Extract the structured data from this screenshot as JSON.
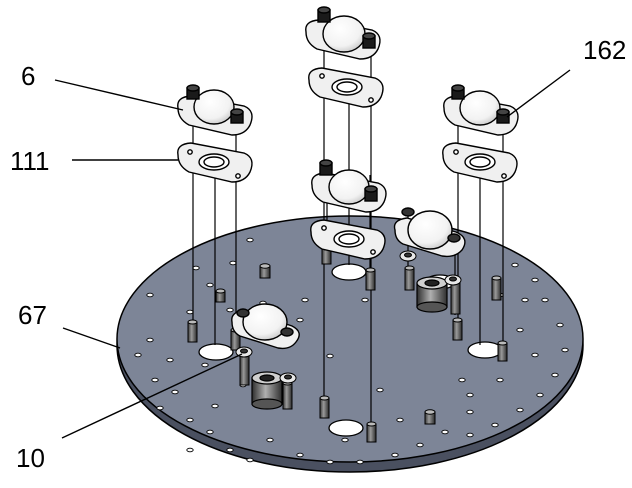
{
  "callouts": [
    {
      "id": "6",
      "text": "6"
    },
    {
      "id": "111",
      "text": "111"
    },
    {
      "id": "67",
      "text": "67"
    },
    {
      "id": "10",
      "text": "10"
    },
    {
      "id": "162",
      "text": "162"
    }
  ],
  "colors": {
    "plate_top": "#7d8597",
    "plate_edge": "#4a5060",
    "part_face": "#f0f0f0",
    "outline": "#000000",
    "hole": "#ffffff"
  }
}
